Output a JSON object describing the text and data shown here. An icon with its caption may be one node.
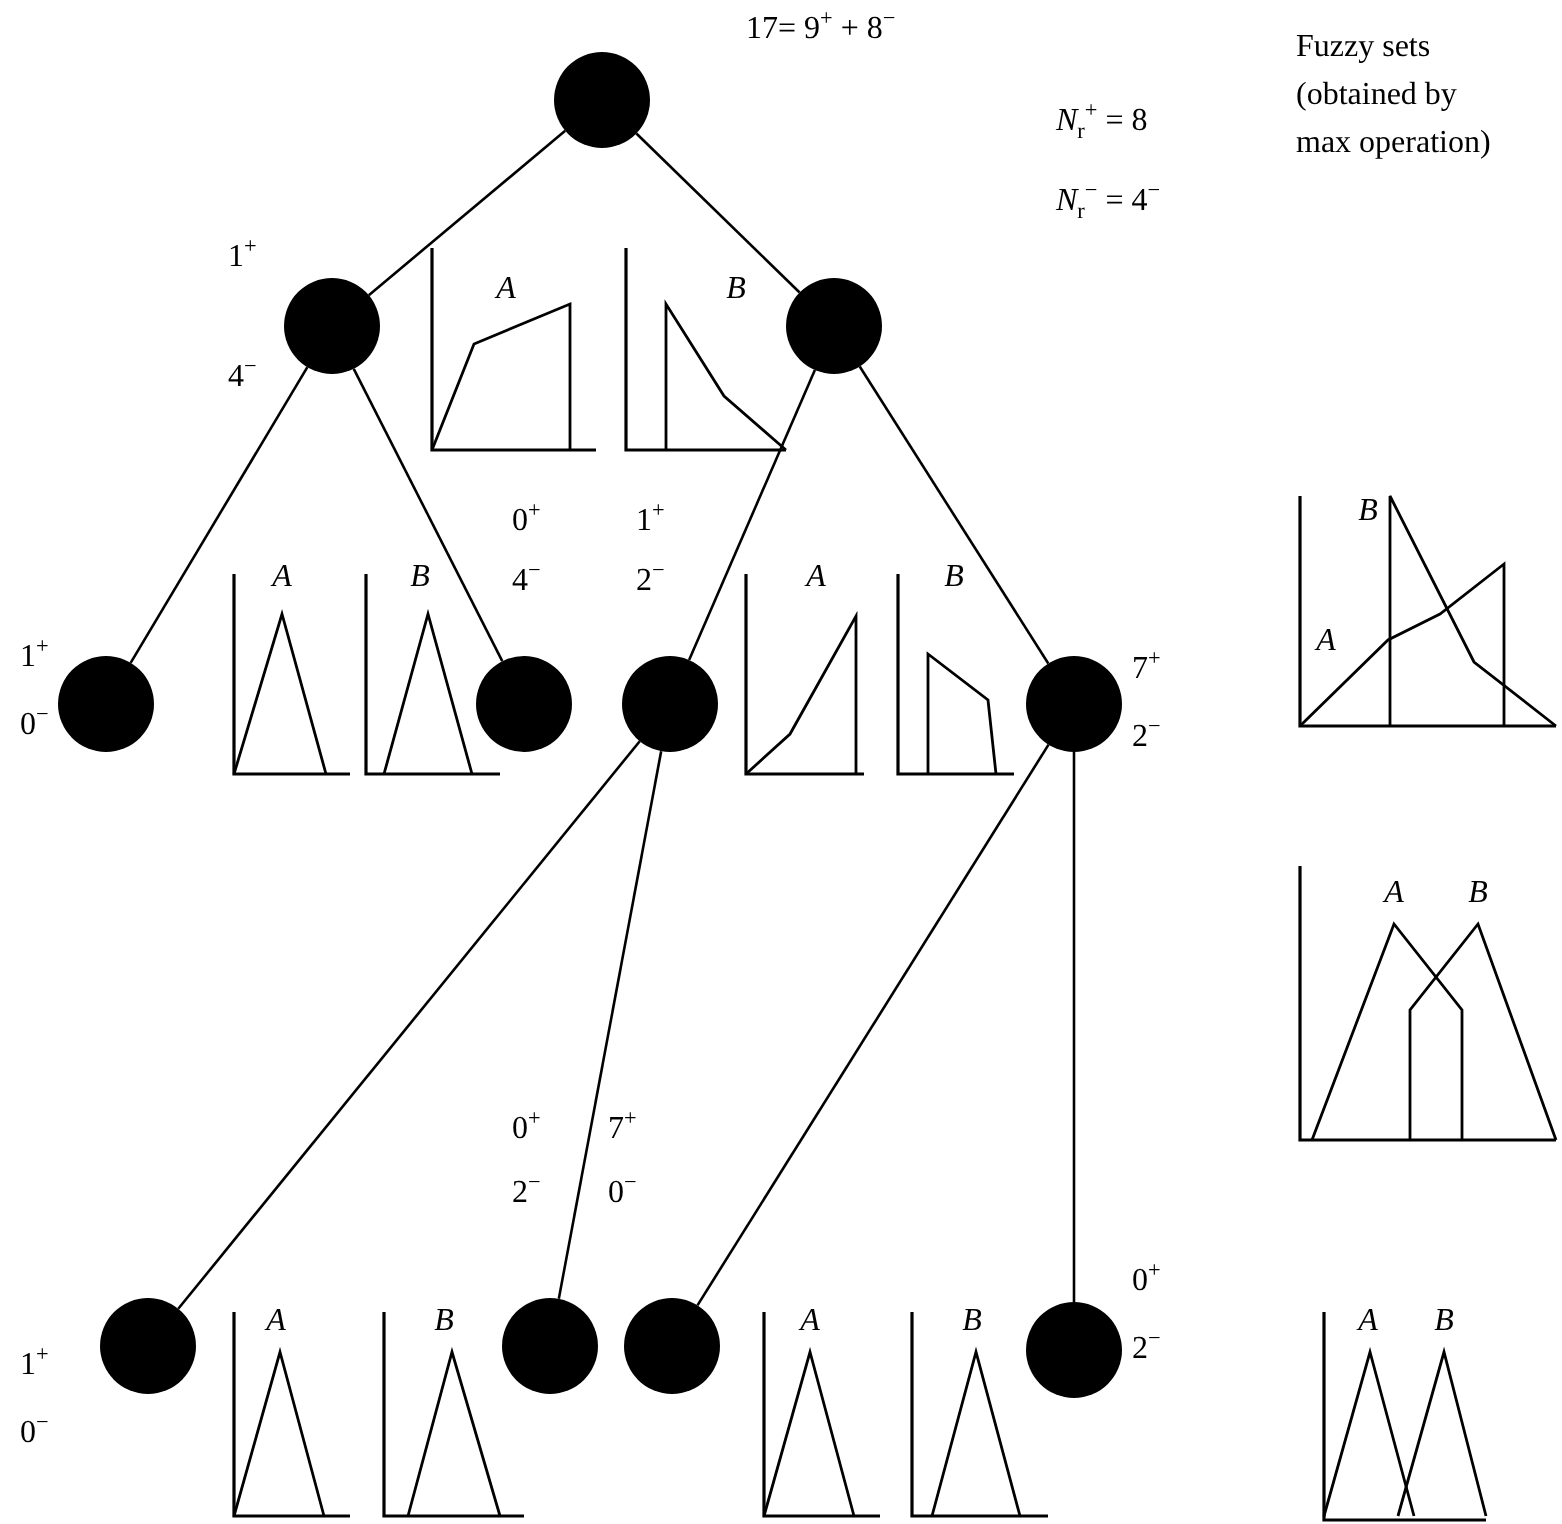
{
  "diagram": {
    "nodes": [
      {
        "text": [],
        "shape": "circle",
        "beside": [
          "17= 9$^{+}$ + 8$^{−}$"
        ]
      },
      {
        "text": [],
        "shape": "circle",
        "beside": [
          "1$^{+}$",
          "4$^{−}$"
        ]
      },
      {
        "text": [],
        "shape": "circle"
      },
      {
        "text": [],
        "shape": "circle",
        "beside": [
          "1$^{+}$",
          "0$^{−}$"
        ]
      },
      {
        "text": [],
        "shape": "circle",
        "beside": [
          "0$^{+}$",
          "4$^{−}$"
        ]
      },
      {
        "text": [],
        "shape": "circle",
        "beside": [
          "1$^{+}$",
          "2$^{−}$"
        ]
      },
      {
        "text": [],
        "shape": "circle",
        "beside": [
          "7$^{+}$",
          "2$^{−}$"
        ]
      },
      {
        "text": [],
        "shape": "circle",
        "beside": [
          "1$^{+}$",
          "0$^{−}$"
        ]
      },
      {
        "text": [],
        "shape": "circle",
        "beside": [
          "0$^{+}$",
          "2$^{−}$"
        ]
      },
      {
        "text": [],
        "shape": "circle",
        "beside": [
          "7$^{+}$",
          "0$^{−}$"
        ]
      },
      {
        "text": [],
        "shape": "circle",
        "beside": [
          "0$^{+}$",
          "2$^{−}$"
        ]
      }
    ],
    "edges": [
      {
        "from": 0,
        "to": 1,
        "arrow": "none"
      },
      {
        "from": 0,
        "to": 2,
        "arrow": "none"
      },
      {
        "from": 1,
        "to": 3,
        "arrow": "none"
      },
      {
        "from": 1,
        "to": 4,
        "arrow": "none"
      },
      {
        "from": 2,
        "to": 5,
        "arrow": "none"
      },
      {
        "from": 2,
        "to": 6,
        "arrow": "none"
      },
      {
        "from": 5,
        "to": 7,
        "arrow": "none"
      },
      {
        "from": 5,
        "to": 8,
        "arrow": "none"
      },
      {
        "from": 6,
        "to": 9,
        "arrow": "none"
      },
      {
        "from": 6,
        "to": 10,
        "arrow": "none"
      }
    ],
    "labels": [
      "Fuzzy sets (obtained by max operation)",
      "*N*$_{r}$$^{+}$ = 8",
      "*N*$_{r}$$^{−}$ = 4$^{−}$",
      "A",
      "B",
      "A",
      "B",
      "A",
      "B",
      "B",
      "A",
      "A",
      "B",
      "A",
      "B",
      "A",
      "B",
      "A",
      "B"
    ]
  }
}
